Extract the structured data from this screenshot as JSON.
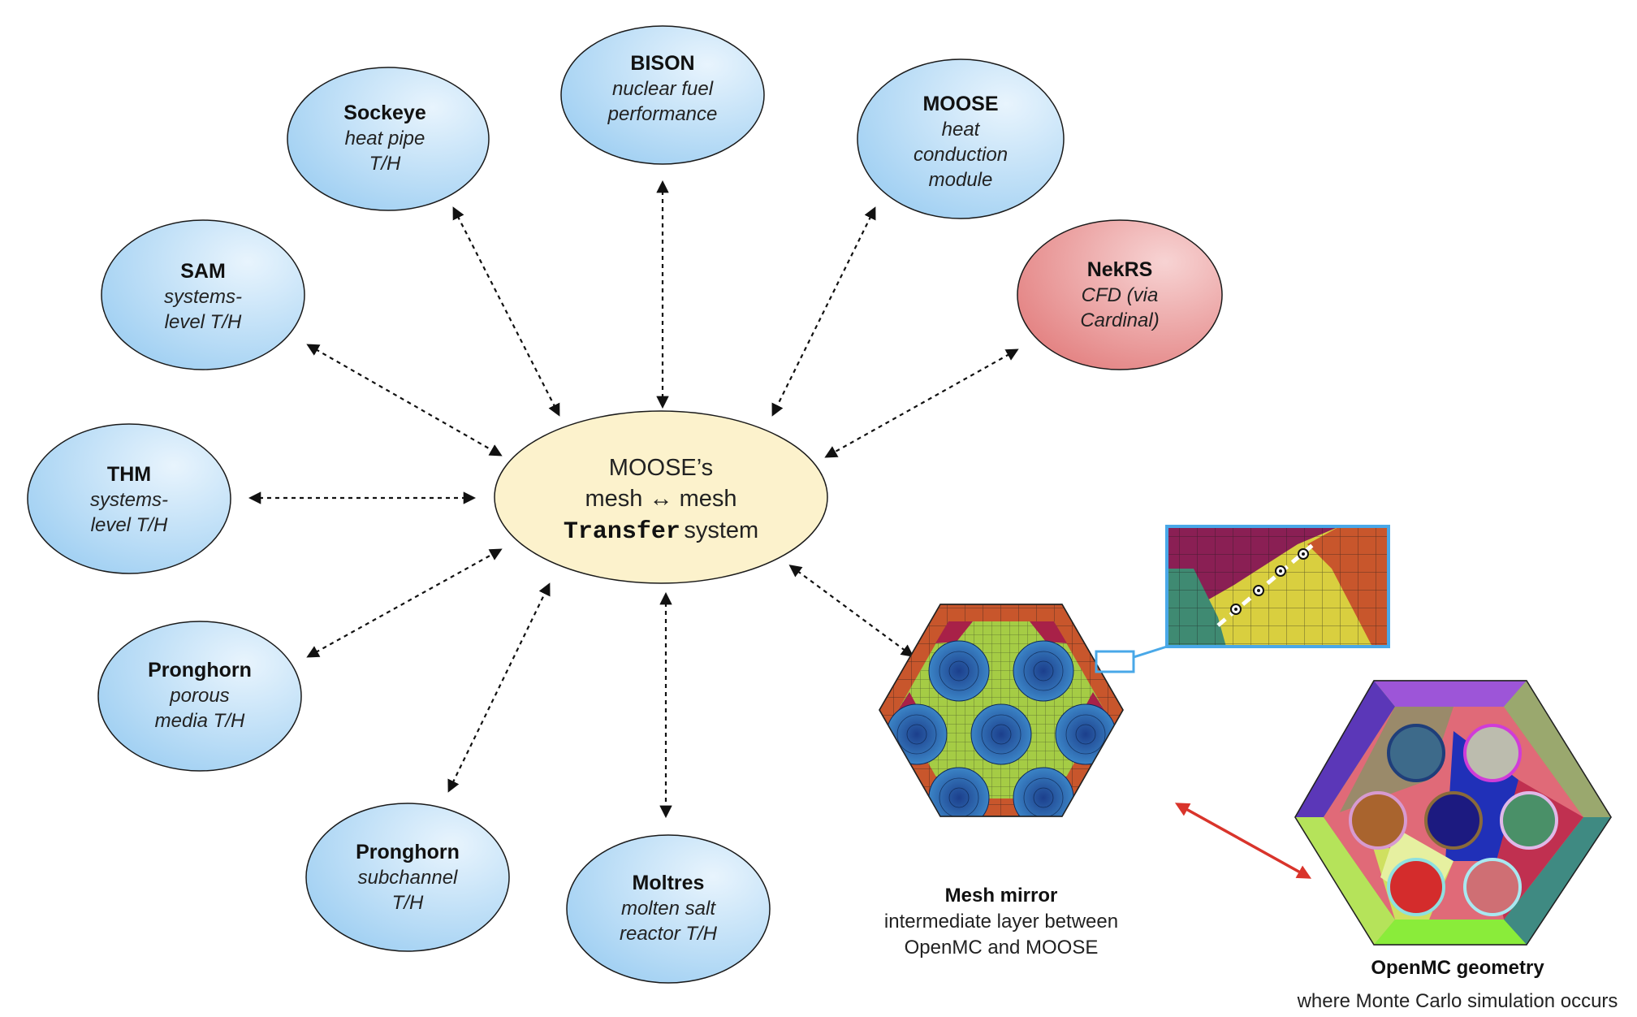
{
  "hub": {
    "line1": "MOOSE’s",
    "line2_left": "mesh",
    "line2_arrow": "↔",
    "line2_right": "mesh",
    "line3_code": "Transfer",
    "line3_text": "system",
    "fill": "#fcf2cc"
  },
  "nodes": [
    {
      "id": "bison",
      "name": "BISON",
      "desc": [
        "nuclear fuel",
        "performance"
      ],
      "color": "blue"
    },
    {
      "id": "sockeye",
      "name": "Sockeye",
      "desc": [
        "heat pipe",
        "T/H"
      ],
      "color": "blue"
    },
    {
      "id": "moose",
      "name": "MOOSE",
      "desc": [
        "heat",
        "conduction",
        "module"
      ],
      "color": "blue"
    },
    {
      "id": "sam",
      "name": "SAM",
      "desc": [
        "systems-",
        "level T/H"
      ],
      "color": "blue"
    },
    {
      "id": "nekrs",
      "name": "NekRS",
      "desc": [
        "CFD (via",
        "Cardinal)"
      ],
      "color": "red"
    },
    {
      "id": "thm",
      "name": "THM",
      "desc": [
        "systems-",
        "level T/H"
      ],
      "color": "blue"
    },
    {
      "id": "pronghorn-porous",
      "name": "Pronghorn",
      "desc": [
        "porous",
        "media T/H"
      ],
      "color": "blue"
    },
    {
      "id": "pronghorn-subchannel",
      "name": "Pronghorn",
      "desc": [
        "subchannel",
        "T/H"
      ],
      "color": "blue"
    },
    {
      "id": "moltres",
      "name": "Moltres",
      "desc": [
        "molten salt",
        "reactor T/H"
      ],
      "color": "blue"
    }
  ],
  "mesh_mirror": {
    "title": "Mesh mirror",
    "subtitle": [
      "intermediate layer between",
      "OpenMC and MOOSE"
    ]
  },
  "openmc": {
    "title": "OpenMC geometry",
    "subtitle": "where Monte Carlo simulation occurs"
  },
  "colors": {
    "node_blue_light": "#e2f1fc",
    "node_blue_dark": "#9fd0f4",
    "node_red_light": "#f6cccc",
    "node_red_dark": "#e58585",
    "hub": "#fcf2cc",
    "zoom_frame": "#49a8e8",
    "coupling_arrow": "#d9342b"
  }
}
